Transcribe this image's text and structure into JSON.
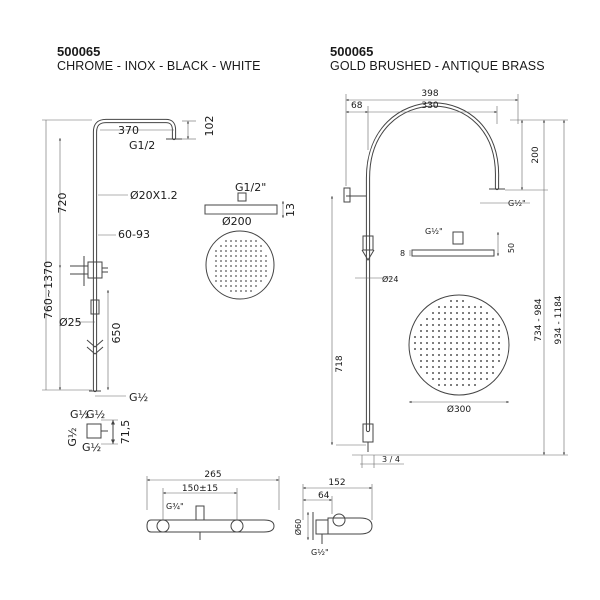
{
  "left_header": {
    "code": "500065",
    "finishes": "CHROME - INOX - BLACK - WHITE"
  },
  "right_header": {
    "code": "500065",
    "finishes": "GOLD BRUSHED - ANTIQUE BRASS"
  },
  "left_drawing": {
    "arm_length": "370",
    "arm_height": "102",
    "arm_thread": "G1/2",
    "pipe_diameter": "Ø20X1.2",
    "total_height": "720",
    "height_range": "760~1370",
    "valve_offset": "60-93",
    "bar_diameter": "Ø25",
    "bar_height": "650",
    "bottom_thread": "G½",
    "valve_threads": [
      "G½",
      "G½",
      "G½",
      "G½"
    ],
    "valve_depth": "71,5"
  },
  "small_head": {
    "thread": "G1/2\"",
    "diameter": "Ø200",
    "thickness": "13"
  },
  "right_drawing": {
    "total_width": "398",
    "offset": "68",
    "arm_reach": "330",
    "arm_drop": "200",
    "arm_thread": "G½\"",
    "head_thread": "G½\"",
    "head_thickness": "8",
    "head_height": "50",
    "bar_diameter": "Ø24",
    "head_diameter": "Ø300",
    "lower_height": "718",
    "range_a": "734 - 984",
    "range_b": "934 - 1184",
    "bottom_dim": "3 / 4"
  },
  "mixer": {
    "width": "265",
    "centers": "150±15",
    "inlet_thread": "G¾\"",
    "depth": "152",
    "inner_depth": "64",
    "height": "Ø60",
    "outlet_thread": "G½\""
  }
}
